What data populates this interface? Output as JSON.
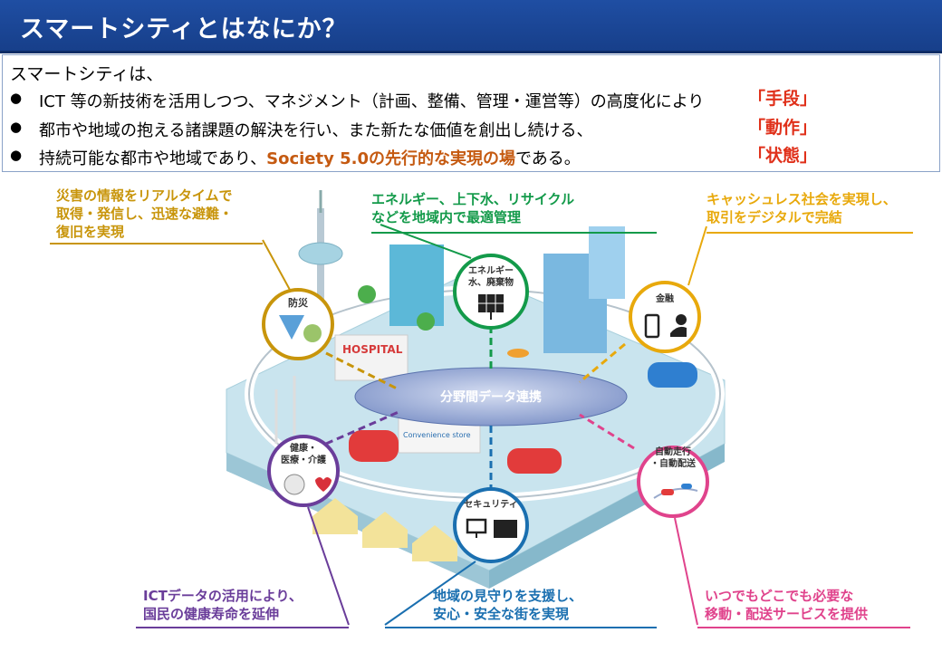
{
  "title": "スマートシティとはなにか？",
  "definition": {
    "intro": "スマートシティは、",
    "bullets": [
      {
        "dot": "●",
        "text": "ICT 等の新技術を活用しつつ、マネジメント（計画、整備、管理・運営等）の高度化により",
        "tag": "「手段」"
      },
      {
        "dot": "●",
        "text": "都市や地域の抱える諸課題の解決を行い、また新たな価値を創出し続ける、",
        "tag": "「動作」"
      },
      {
        "dot": "●",
        "text_pre": "持続可能な都市や地域であり、",
        "text_highlight": "Society 5.0の先行的な実現の場",
        "text_post": "である。",
        "tag": "「状態」"
      }
    ]
  },
  "callouts": {
    "disaster": [
      "災害の情報をリアルタイムで",
      "取得・発信し、迅速な避難・",
      "復旧を実現"
    ],
    "energy": [
      "エネルギー、上下水、リサイクル",
      "などを地域内で最適管理"
    ],
    "finance": [
      "キャッシュレス社会を実現し、",
      "取引をデジタルで完結"
    ],
    "health": [
      "ICTデータの活用により、",
      "国民の健康寿命を延伸"
    ],
    "security": [
      "地域の見守りを支援し、",
      "安心・安全な街を実現"
    ],
    "mobility": [
      "いつでもどこでも必要な",
      "移動・配送サービスを提供"
    ]
  },
  "nodes": {
    "disaster": "防災",
    "energy": [
      "エネルギー",
      "水、廃棄物"
    ],
    "finance": "金融",
    "health": [
      "健康・",
      "医療・介護"
    ],
    "security": "セキュリティ",
    "mobility": [
      "自動走行",
      "・自動配送"
    ]
  },
  "hub": "分野間データ連携",
  "signs": {
    "hospital": "HOSPITAL",
    "store": "Convenience store"
  },
  "colors": {
    "title_bg": "#1f4ea3",
    "tag": "#e0311b",
    "highlight": "#c55a11",
    "disaster": "#c8950b",
    "energy": "#139a4a",
    "finance": "#e8a90c",
    "health": "#6a3d9a",
    "security": "#1a6fb0",
    "mobility": "#e0438c"
  }
}
